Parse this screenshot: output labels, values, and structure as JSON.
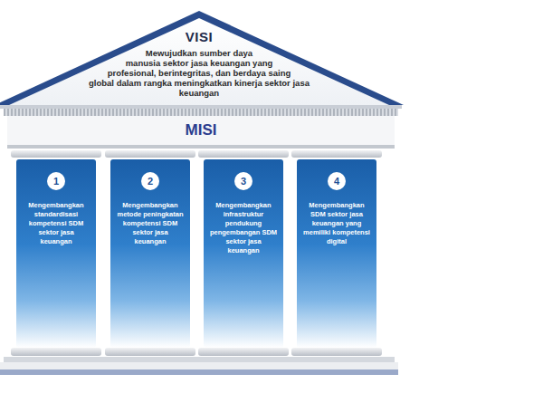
{
  "diagram": {
    "nodes": [
      {
        "text": [
          "VISI",
          "Mewujudkan sumber daya manusia sektor jasa keuangan yang profesional, berintegritas, dan berdaya saing global dalam rangka meningkatkan kinerja sektor jasa keuangan"
        ]
      },
      {
        "text": [
          "MISI"
        ]
      },
      {
        "text": [
          "Mengembangkan standardisasi kompetensi SDM sektor jasa keuangan"
        ]
      },
      {
        "text": [
          "1"
        ],
        "in": 2
      },
      {
        "text": [
          "Mengembangkan metode peningkatan kompetensi SDM sektor jasa keuangan"
        ]
      },
      {
        "text": [
          "2"
        ],
        "in": 4
      },
      {
        "text": [
          "Mengembangkan infrastruktur pendukung pengembangan SDM sektor jasa keuangan"
        ]
      },
      {
        "text": [
          "3"
        ],
        "in": 6
      },
      {
        "text": [
          "Mengembangkan SDM sektor jasa keuangan yang memiliki kompetensi digital"
        ]
      },
      {
        "text": [
          "4"
        ],
        "in": 8
      }
    ]
  }
}
